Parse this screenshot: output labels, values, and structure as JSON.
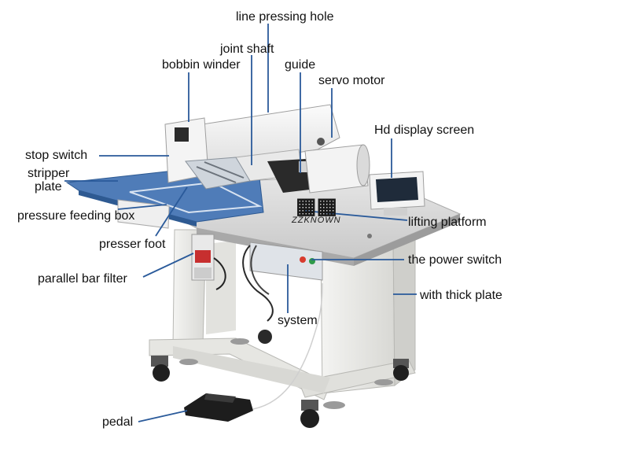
{
  "labels": {
    "line_pressing_hole": "line pressing hole",
    "joint_shaft": "joint shaft",
    "bobbin_winder": "bobbin winder",
    "guide": "guide",
    "servo_motor": "servo motor",
    "hd_display_screen": "Hd display screen",
    "stop_switch": "stop switch",
    "stripper_plate_line1": "stripper",
    "stripper_plate_line2": "plate",
    "pressure_feeding_box": "pressure feeding box",
    "lifting_platform": "lifting platform",
    "presser_foot": "presser foot",
    "the_power_switch": "the power switch",
    "parallel_bar_filter": "parallel bar filter",
    "with_thick_plate": "with thick plate",
    "system": "system",
    "pedal": "pedal"
  },
  "watermark": {
    "brand": "ZZKNOWN"
  },
  "colors": {
    "leader_line": "#2a5a9a",
    "table_top": "#d9d9d9",
    "blue_plate": "#4f7cb8",
    "frame": "#ececec",
    "machine_head": "#f2f2f2"
  }
}
